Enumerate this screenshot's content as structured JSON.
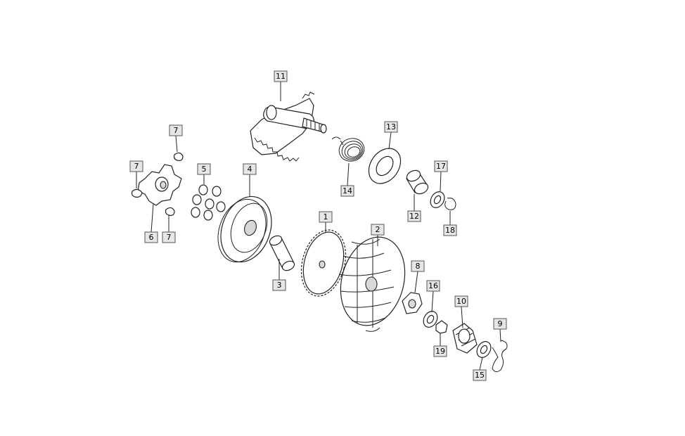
{
  "callouts": [
    {
      "id": "1",
      "label": "1"
    },
    {
      "id": "2",
      "label": "2"
    },
    {
      "id": "3",
      "label": "3"
    },
    {
      "id": "4",
      "label": "4"
    },
    {
      "id": "5",
      "label": "5"
    },
    {
      "id": "6",
      "label": "6"
    },
    {
      "id": "7a",
      "label": "7"
    },
    {
      "id": "7b",
      "label": "7"
    },
    {
      "id": "7c",
      "label": "7"
    },
    {
      "id": "8",
      "label": "8"
    },
    {
      "id": "9",
      "label": "9"
    },
    {
      "id": "10",
      "label": "10"
    },
    {
      "id": "11",
      "label": "11"
    },
    {
      "id": "12",
      "label": "12"
    },
    {
      "id": "13",
      "label": "13"
    },
    {
      "id": "14",
      "label": "14"
    },
    {
      "id": "15",
      "label": "15"
    },
    {
      "id": "16",
      "label": "16"
    },
    {
      "id": "17",
      "label": "17"
    },
    {
      "id": "18",
      "label": "18"
    },
    {
      "id": "19",
      "label": "19"
    }
  ]
}
